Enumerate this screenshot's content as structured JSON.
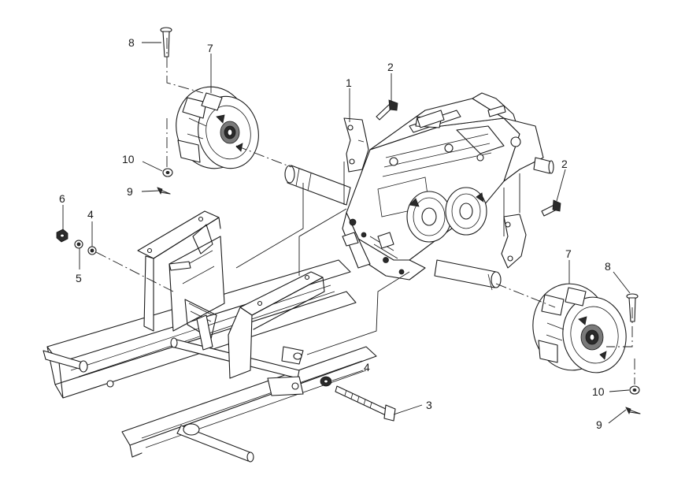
{
  "callouts": [
    {
      "id": "c1",
      "label": "1"
    },
    {
      "id": "c2a",
      "label": "2"
    },
    {
      "id": "c2b",
      "label": "2"
    },
    {
      "id": "c3",
      "label": "3"
    },
    {
      "id": "c4a",
      "label": "4"
    },
    {
      "id": "c4b",
      "label": "4"
    },
    {
      "id": "c5",
      "label": "5"
    },
    {
      "id": "c6",
      "label": "6"
    },
    {
      "id": "c7a",
      "label": "7"
    },
    {
      "id": "c7b",
      "label": "7"
    },
    {
      "id": "c8a",
      "label": "8"
    },
    {
      "id": "c8b",
      "label": "8"
    },
    {
      "id": "c9a",
      "label": "9"
    },
    {
      "id": "c9b",
      "label": "9"
    },
    {
      "id": "c10a",
      "label": "10"
    },
    {
      "id": "c10b",
      "label": "10"
    }
  ]
}
